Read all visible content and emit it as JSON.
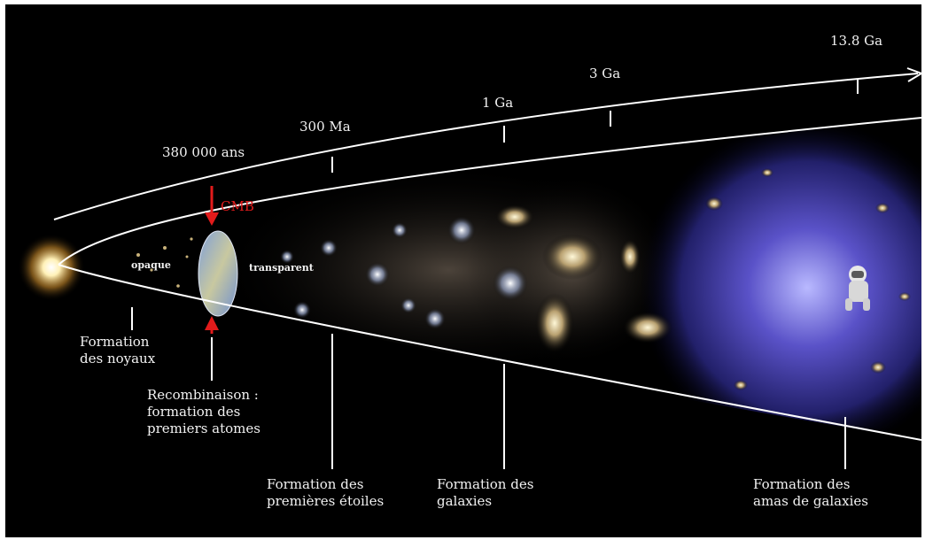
{
  "time_axis": {
    "labels": [
      "380 000 ans",
      "300 Ma",
      "1 Ga",
      "3 Ga",
      "13.8 Ga"
    ]
  },
  "regions": {
    "opaque": "opaque",
    "transparent": "transparent",
    "cmb": "CMB"
  },
  "epochs": [
    {
      "lines": [
        "Formation",
        "des noyaux"
      ]
    },
    {
      "lines": [
        "Recombinaison :",
        "formation des",
        "premiers atomes"
      ]
    },
    {
      "lines": [
        "Formation des",
        "premières étoiles"
      ]
    },
    {
      "lines": [
        "Formation des",
        "galaxies"
      ]
    },
    {
      "lines": [
        "Formation des",
        "amas de galaxies"
      ]
    }
  ],
  "colors": {
    "background": "#000000",
    "axis": "#ffffff",
    "cmb_marker": "#e21b1b",
    "cluster_glow": "#3a3aa8",
    "big_bang": "#ffe9a0"
  }
}
